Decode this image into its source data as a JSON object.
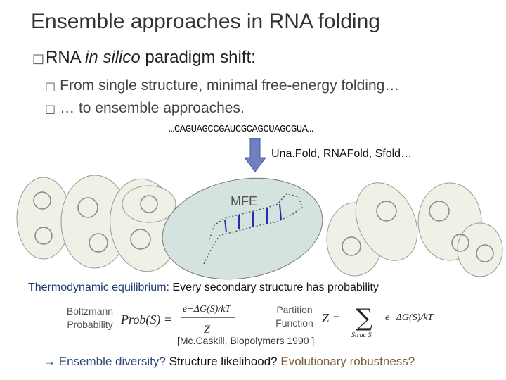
{
  "slide": {
    "title": "Ensemble approaches in RNA folding",
    "bullet1": {
      "prefix": "RNA ",
      "italic": "in silico",
      "suffix": " paradigm shift:"
    },
    "sub_bullets": [
      "From single structure, minimal free-energy folding…",
      "… to ensemble approaches."
    ],
    "sequence": "…CAGUAGCCGAUCGCAGCUAGCGUA…",
    "tools": "Una.Fold, RNAFold, Sfold…",
    "mfe_label": "MFE",
    "thermo": {
      "lead": "Thermodynamic equilibrium:",
      "rest": " Every secondary structure has probability"
    },
    "boltzmann_label": "Boltzmann Probability",
    "partition_label": "Partition Function",
    "citation": "[Mc.Caskill, Biopolymers 1990 ]",
    "formula": {
      "prob": "Prob(S) =",
      "numerator": "e−ΔG(S)/kT",
      "denominator": "Z",
      "z_lhs": "Z =",
      "sum": "∑",
      "sum_sub": "Struc S",
      "z_term": "e−ΔG(S)/kT"
    },
    "bottom": {
      "arrow": "→",
      "q1": "Ensemble diversity?",
      "q2": "Structure likelihood?",
      "q3": "Evolutionary robustness?"
    }
  },
  "colors": {
    "ellipse_fill": "#eef1e6",
    "mfe_fill": "#d4e2e0",
    "arrow_fill": "#6f7fc2",
    "title_text": "#333333"
  }
}
